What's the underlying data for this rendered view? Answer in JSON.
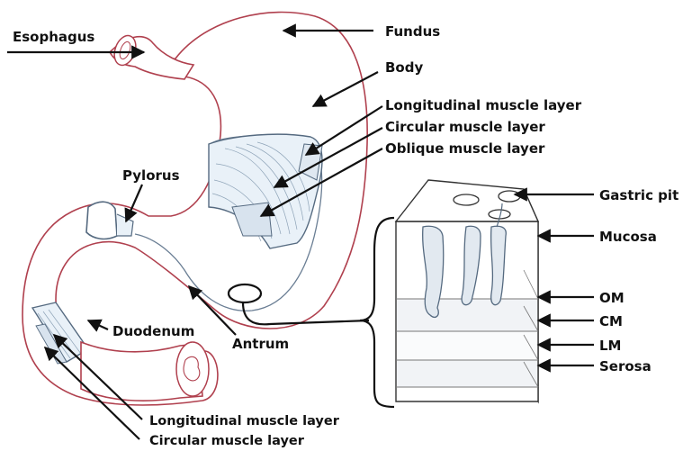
{
  "labels": {
    "esophagus": "Esophagus",
    "fundus": "Fundus",
    "body": "Body",
    "longitudinal_upper": "Longitudinal muscle layer",
    "circular_upper": "Circular muscle layer",
    "oblique": "Oblique muscle layer",
    "pylorus": "Pylorus",
    "gastric_pit": "Gastric pit",
    "mucosa": "Mucosa",
    "om": "OM",
    "cm": "CM",
    "lm": "LM",
    "serosa": "Serosa",
    "duodenum": "Duodenum",
    "antrum": "Antrum",
    "longitudinal_lower": "Longitudinal muscle layer",
    "circular_lower": "Circular muscle layer"
  },
  "colors": {
    "outline": "#b0404e",
    "muscle_fill": "#e9f1f8",
    "muscle_stroke": "#556a80",
    "text": "#111111"
  }
}
